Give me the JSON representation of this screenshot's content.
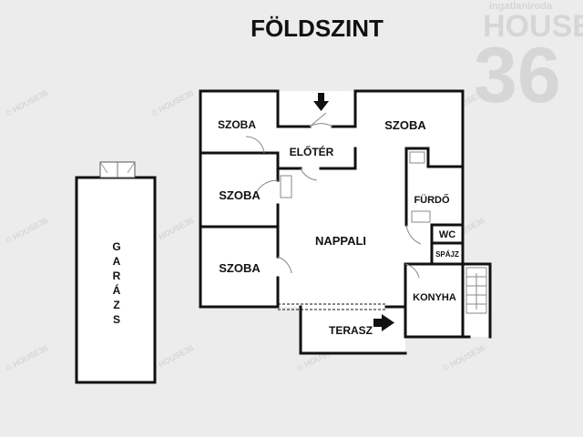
{
  "title": "FÖLDSZINT",
  "watermark": {
    "brand_text": "HOUSE",
    "brand_number": "36",
    "brand_small": "ingatlaniroda",
    "tile_text": "© HOUSE36"
  },
  "rooms": {
    "szoba_top_left": "SZOBA",
    "szoba_mid_left": "SZOBA",
    "szoba_bottom_left": "SZOBA",
    "szoba_top_right": "SZOBA",
    "eloter": "ELŐTÉR",
    "nappali": "NAPPALI",
    "furdo": "FÜRDŐ",
    "wc": "WC",
    "spajz": "SPÁJZ",
    "konyha": "KONYHA",
    "terasz": "TERASZ",
    "garazs_letters": [
      "G",
      "A",
      "R",
      "Á",
      "Z",
      "S"
    ]
  },
  "icons": {
    "entrance": "arrow-down-icon",
    "terrace": "arrow-right-icon"
  },
  "colors": {
    "background": "#ececec",
    "wall": "#111111",
    "floor": "#ffffff",
    "watermark": "#d6d6d6"
  }
}
